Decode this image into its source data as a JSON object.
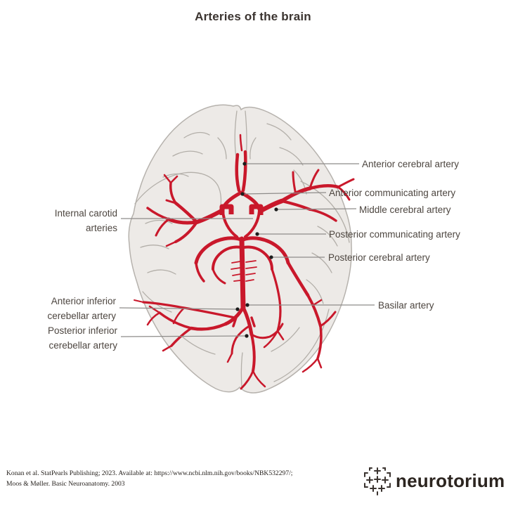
{
  "title": "Arteries of the brain",
  "colors": {
    "artery_red": "#c9182b",
    "brain_fill": "#edeae7",
    "brain_outline": "#b6b2ad",
    "label_text": "#4d4640",
    "leader_line": "#8e8c8a"
  },
  "labels": {
    "anterior_cerebral": "Anterior cerebral artery",
    "anterior_communicating": "Anterior communicating artery",
    "middle_cerebral": "Middle cerebral artery",
    "posterior_communicating": "Posterior communicating artery",
    "posterior_cerebral": "Posterior cerebral artery",
    "basilar": "Basilar artery",
    "internal_carotid": {
      "line1": "Internal carotid",
      "line2": "arteries"
    },
    "anterior_inferior_cerebellar": {
      "line1": "Anterior inferior",
      "line2": "cerebellar artery"
    },
    "posterior_inferior_cerebellar": {
      "line1": "Posterior inferior",
      "line2": "cerebellar artery"
    }
  },
  "footer": {
    "citation_line1": "Konan et al. StatPearls Publishing; 2023. Available at: https://www.ncbi.nlm.nih.gov/books/NBK532297/;",
    "citation_line2": "Moos & Møller. Basic Neuroanatomy. 2003",
    "logo_text": "neurotorium"
  }
}
